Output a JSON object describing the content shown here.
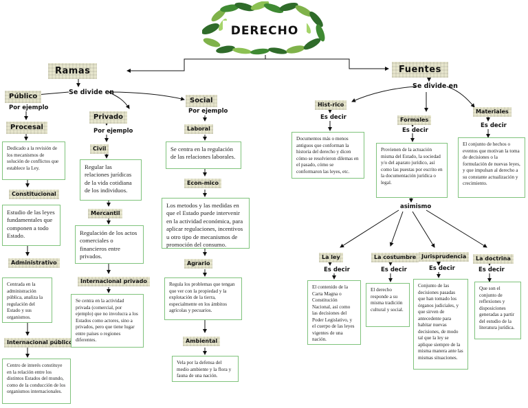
{
  "title": "DERECHO",
  "ramas": {
    "label": "Ramas",
    "divide": "Se divide en",
    "publico": {
      "label": "Público",
      "por_ejemplo": "Por ejemplo",
      "procesal": {
        "label": "Procesal",
        "text": "Dedicado a la revisión de los mecanismos de solución de conflictos que establece la Ley."
      },
      "constitucional": {
        "label": "Constitucional",
        "text": "Estudio de las leyes fundamentales que componen a todo Estado."
      },
      "administrativo": {
        "label": "Administrativo",
        "text": "Centrada en la administración pública, analiza la regulación del Estado y sus organismos."
      },
      "internacional_publico": {
        "label": "Internacional público",
        "text": "Centro de interés constituye en la relación entre los distintos Estados del mundo, como de la conducción de los organismos internacionales."
      }
    },
    "privado": {
      "label": "Privado",
      "por_ejemplo": "Por ejemplo",
      "civil": {
        "label": "Civil",
        "text": "Regular las relaciones jurídicas de la vida cotidiana de los individuos."
      },
      "mercantil": {
        "label": "Mercantil",
        "text": "Regulación de los actos comerciales o financieros entre privados."
      },
      "internacional_privado": {
        "label": "Internacional privado",
        "text": "Se centra en la actividad privada (comercial, por ejemplo) que no involucra a los Estados como actores, sino a privados, pero que tiene lugar entre países o regiones diferentes."
      }
    },
    "social": {
      "label": "Social",
      "por_ejemplo": "Por ejemplo",
      "laboral": {
        "label": "Laboral",
        "text": "Se centra en la regulación de las relaciones laborales."
      },
      "economico": {
        "label": "Econ-mico",
        "text": "Los metodos y las medidas en que el Estado puede intervenir en la actividad económica, para aplicar regulaciones, incentivos u otro tipo de mecanismos de promoción del consumo."
      },
      "agrario": {
        "label": "Agrario",
        "text": "Regula los problemas que tengan que ver con la propiedad y la explotación de la tierra, especialmente en los ámbitos agrícolas y pecuarios."
      },
      "ambiental": {
        "label": "Ambiental",
        "text": "Vela por la defensa del medio ambiente y la flora y fauna de una nación."
      }
    }
  },
  "fuentes": {
    "label": "Fuentes",
    "divide": "Se divide en",
    "historico": {
      "label": "Hist-rico",
      "es_decir": "Es decir",
      "text": "Documentos más o menos antiguos que conforman la historia del derecho y dicen cómo se resolvieron dilemas en el pasado, cómo se conformaron las leyes, etc."
    },
    "formales": {
      "label": "Formales",
      "es_decir": "Es decir",
      "text": "Provienen de la actuación misma del Estado, la sociedad y/o del aparato jurídico, así como las puestas por escrito en la documentación jurídica o legal."
    },
    "materiales": {
      "label": "Materiales",
      "es_decir": "Es decir",
      "text": "El conjunto de hechos o eventos que motivan la toma de decisiones o la formulación de nuevas leyes, y que impulsan al derecho a su constante actualización y crecimiento."
    },
    "asimismo": "asimismo",
    "la_ley": {
      "label": "La ley",
      "es_decir": "Es decir",
      "text": "El contenido de la Carta Magna o Constitución Nacional, así como las decisiones del Poder Legislativo, y el cuerpo de las leyes vigentes de una nación."
    },
    "la_costumbre": {
      "label": "La costumbre",
      "es_decir": "Es decir",
      "text": "El derecho responde a su misma tradición cultural y social."
    },
    "jurisprudencia": {
      "label": "Jurisprudencia",
      "es_decir": "Es decir",
      "text": "Conjunto de las decisiones pasadas que han tomado los órganos judiciales, y que sirven de antecedente para habitar nuevas decisiones, de modo tal que la ley se aplique siempre de la misma manera ante las mismas situaciones."
    },
    "la_doctrina": {
      "label": "La doctrina",
      "es_decir": "Es decir",
      "text": "Que son el conjunto de reflexiones y disposiciones generadas a partir del estudio de la literatura jurídica."
    }
  },
  "colors": {
    "box_border": "#7ec27a",
    "label_bg": "#e7e6cd",
    "leaf_dark": "#2f6b2a",
    "leaf_light": "#7fb24a"
  }
}
